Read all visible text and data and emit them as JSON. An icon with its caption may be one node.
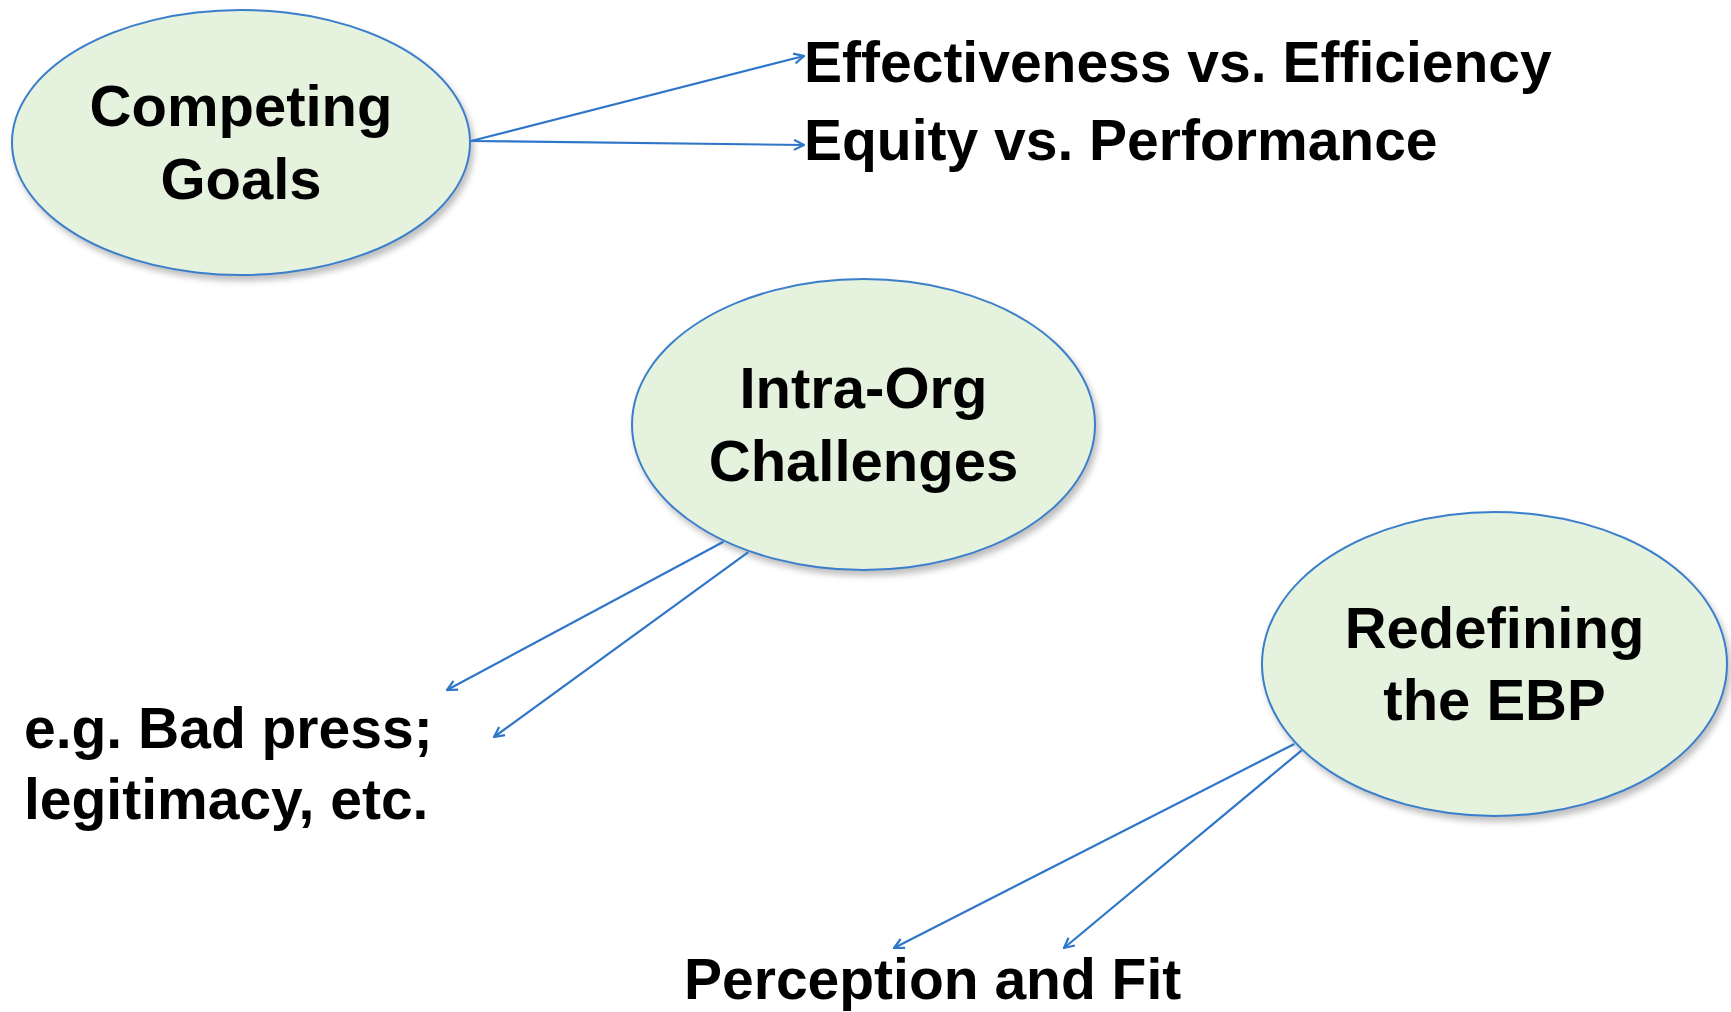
{
  "diagram": {
    "nodes": [
      {
        "text": [
          "Competing Goals"
        ]
      },
      {
        "text": [
          "Effectiveness vs. Efficiency"
        ]
      },
      {
        "text": [
          "Equity vs. Performance"
        ]
      },
      {
        "text": [
          "Intra-Org Challenges"
        ]
      },
      {
        "text": [
          "e.g. Bad press; legitimacy, etc."
        ]
      },
      {
        "text": [
          "Redefining the EBP"
        ]
      },
      {
        "text": [
          "Perception and Fit"
        ]
      }
    ],
    "edges": [
      {
        "from": 0,
        "to": 1,
        "arrow": "to"
      },
      {
        "from": 0,
        "to": 2,
        "arrow": "to"
      },
      {
        "from": 3,
        "to": 4,
        "arrow": "to"
      },
      {
        "from": 3,
        "to": 4,
        "arrow": "to"
      },
      {
        "from": 5,
        "to": 6,
        "arrow": "to"
      },
      {
        "from": 5,
        "to": 6,
        "arrow": "to"
      }
    ]
  }
}
